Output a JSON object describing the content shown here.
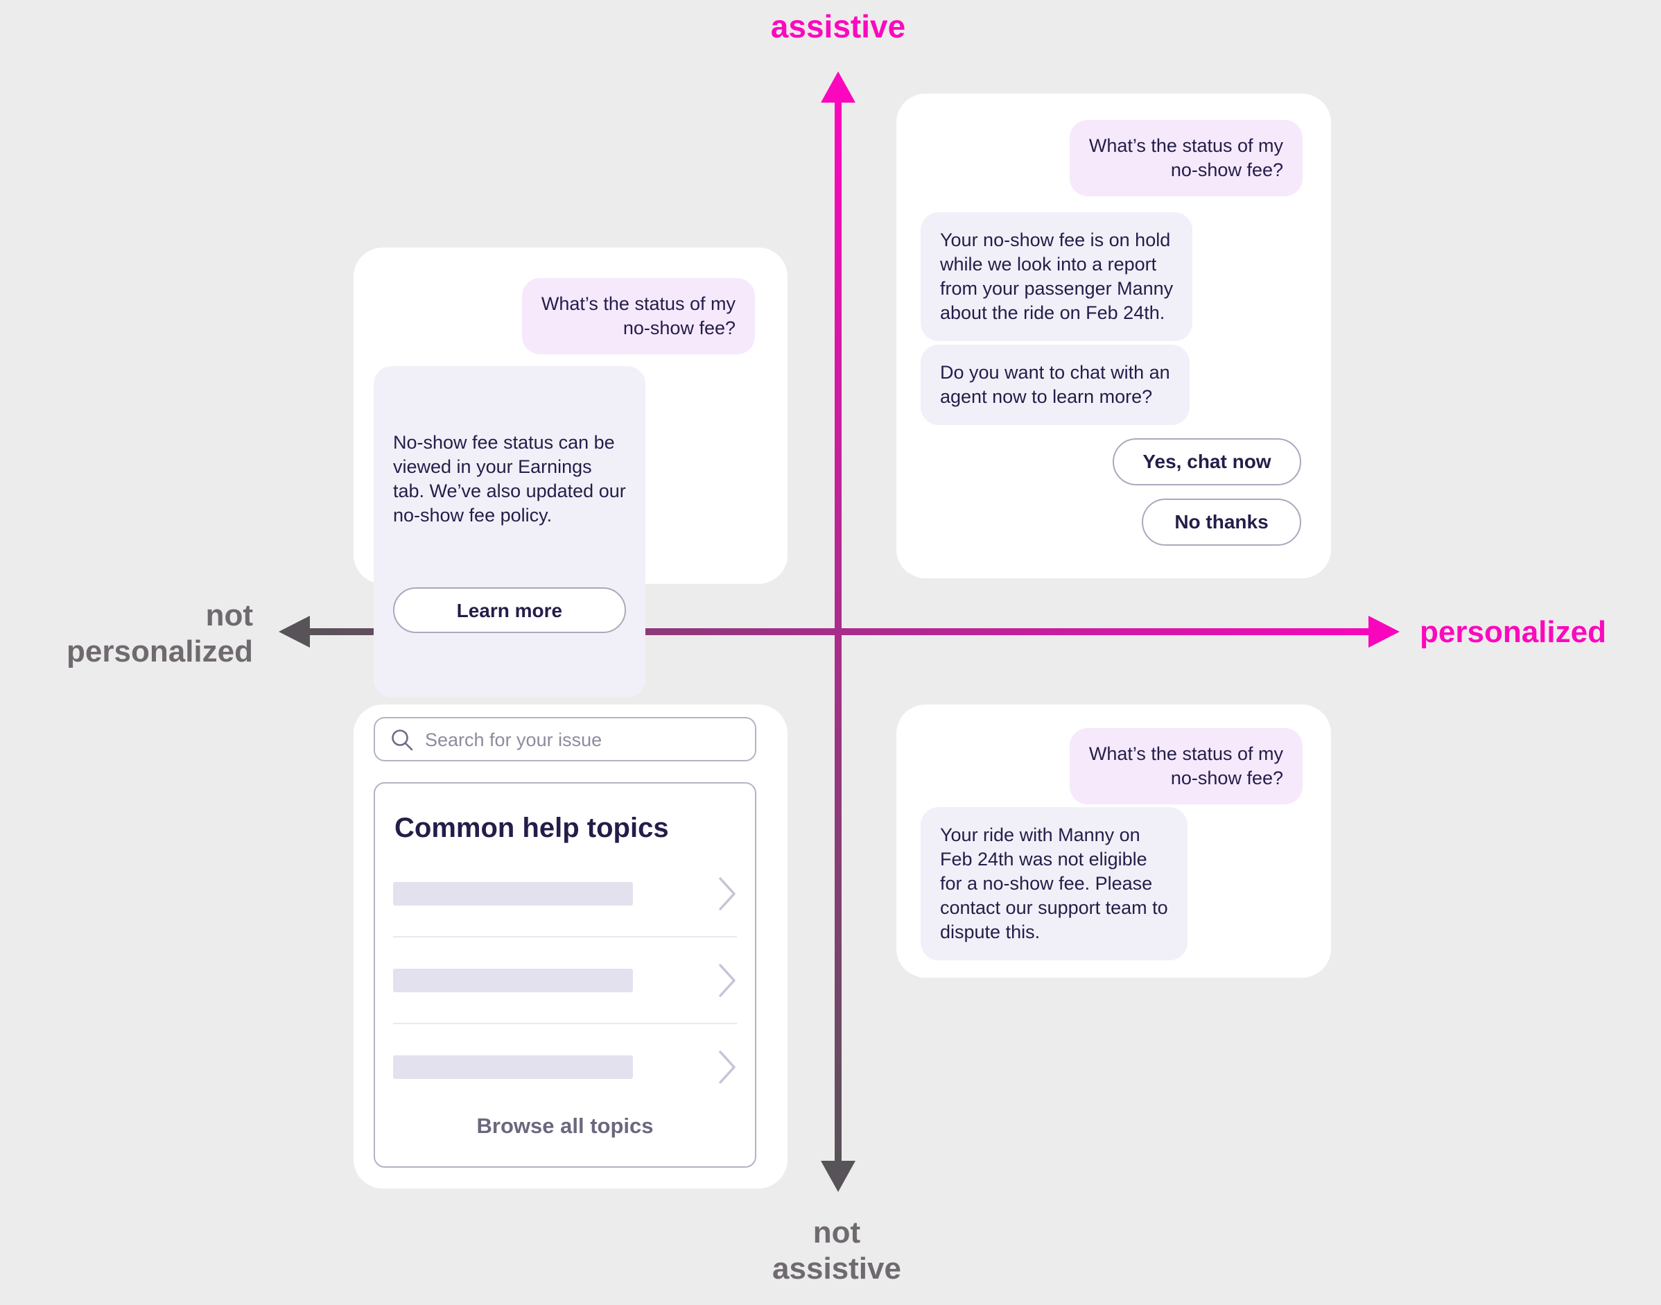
{
  "axes": {
    "top": {
      "label": "assistive"
    },
    "bottom": {
      "lines": [
        "not",
        "assistive"
      ]
    },
    "left": {
      "lines": [
        "not",
        "personalized"
      ]
    },
    "right": {
      "label": "personalized"
    }
  },
  "colors": {
    "background": "#edecec",
    "card": "#ffffff",
    "accent_pink": "#fb09bd",
    "axis_gray": "#585358",
    "label_gray": "#6f6a6f",
    "text_navy": "#241d49",
    "user_bubble": "#f5e9fb",
    "bot_bubble": "#f1f0f8"
  },
  "quadrants": {
    "assistive_not_personalized": {
      "user_message": "What’s the status of my\nno-show fee?",
      "bot_message": "No-show fee status can be\nviewed in your Earnings\ntab. We’ve also updated our\nno-show fee policy.",
      "button_label": "Learn more"
    },
    "assistive_personalized": {
      "user_message": "What’s the status of my\nno-show fee?",
      "bot_message_1": "Your no-show fee is on hold\nwhile we look into a report\nfrom your passenger Manny\nabout the ride on Feb 24th.",
      "bot_message_2": "Do you want to chat with an\nagent now to learn more?",
      "primary_button_label": "Yes, chat now",
      "secondary_button_label": "No thanks"
    },
    "not_assistive_not_personalized": {
      "search_placeholder": "Search for your issue",
      "heading": "Common help topics",
      "browse_label": "Browse all topics"
    },
    "not_assistive_personalized": {
      "user_message": "What’s the status of my\nno-show fee?",
      "bot_message": "Your ride with Manny on\nFeb 24th was not eligible\nfor a no-show fee. Please\ncontact our support team to\ndispute this."
    }
  }
}
